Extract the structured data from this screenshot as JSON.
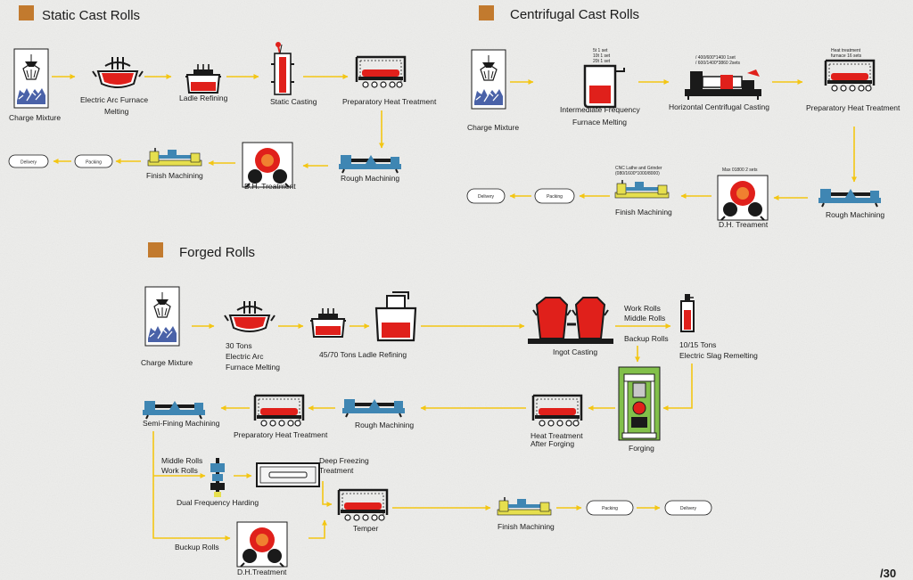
{
  "sections": {
    "static": "Static Cast Rolls",
    "centrifugal": "Centrifugal Cast Rolls",
    "forged": "Forged Rolls"
  },
  "static": {
    "charge": "Charge Mixture",
    "eaf1": "Electric Arc Furnace",
    "eaf2": "Melting",
    "ladle": "Ladle Refining",
    "casting": "Static Casting",
    "prep": "Preparatory Heat Treatment",
    "rough": "Rough Machining",
    "dh": "D.H. Treatment",
    "finish": "Finish Machining",
    "packing": "Packing",
    "delivery": "Delivery"
  },
  "centrifugal": {
    "charge": "Charge Mixture",
    "ifm1": "Intermediate Frequency",
    "ifm2": "Furnace Melting",
    "ifm_spec1": "5t 1 set",
    "ifm_spec2": "10t 1 set",
    "ifm_spec3": "20t 1 set",
    "hcc": "Horizontal Centrifugal Casting",
    "hcc_spec1": "/ 400/600*1400  1set",
    "hcc_spec2": "/ 600/1400*3860 2sets",
    "prep": "Preparatory Heat Treatment",
    "prep_spec1": "Heat treatment",
    "prep_spec2": "furnace 16 sets",
    "rough": "Rough Machining",
    "dh": "D.H. Treament",
    "dh_spec": "Max 01800 2 sets",
    "finish": "Finish Machining",
    "finish_spec1": "CNC Lathe and Grinder",
    "finish_spec2": "(080/1600*1000/8000)",
    "packing": "Packing",
    "delivery": "Delivery"
  },
  "forged": {
    "charge": "Charge Mixture",
    "eaf1": "30 Tons",
    "eaf2": "Electric Arc",
    "eaf3": "Furnace Melting",
    "ladle": "45/70 Tons Ladle Refining",
    "ingot": "Ingot Casting",
    "work_rolls": "Work Rolls",
    "middle_rolls": "Middle Rolls",
    "backup_rolls": "Backup Rolls",
    "esr1": "10/15 Tons",
    "esr2": "Electric Slag Remelting",
    "forging": "Forging",
    "htaf1": "Heat Treatment",
    "htaf2": "After Forging",
    "rough": "Rough Machining",
    "prep": "Preparatory Heat Treatment",
    "semi": "Semi-Fining Machining",
    "mw1": "Middle Rolls",
    "mw2": "Work Rolls",
    "dual": "Dual Frequency Harding",
    "deep1": "Deep Freezing",
    "deep2": "Treatment",
    "temper": "Temper",
    "buckup": "Buckup Rolls",
    "dh": "D.H.Treatment",
    "finish": "Finish Machining",
    "packing": "Packing",
    "delivery": "Delivery"
  },
  "page_number": "/30",
  "colors": {
    "arrow": "#f3c614",
    "square": "#c27a2e",
    "red": "#e0201b",
    "machine_blue": "#3f86b3",
    "machine_yellow": "#e6df4e"
  }
}
